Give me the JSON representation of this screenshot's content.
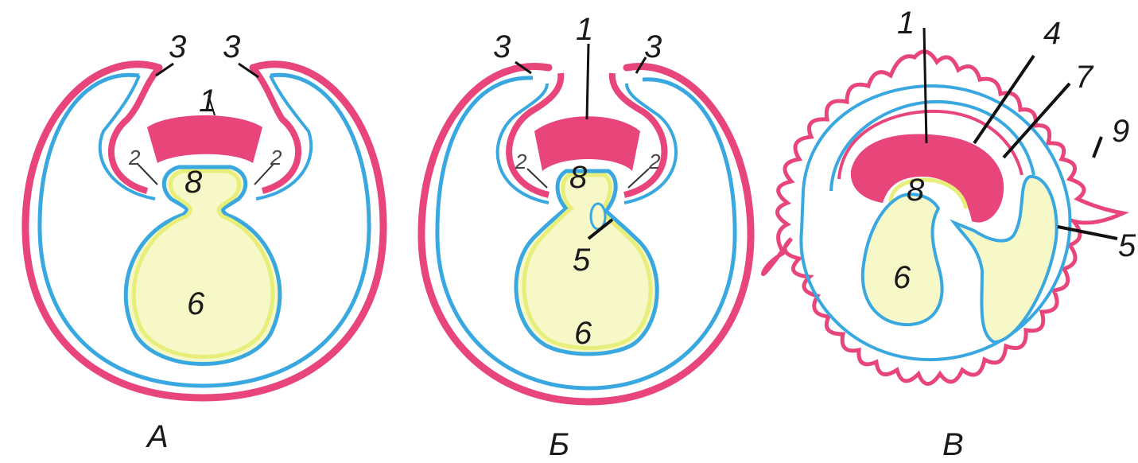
{
  "panels": [
    {
      "label": "А"
    },
    {
      "label": "Б"
    },
    {
      "label": "В"
    }
  ],
  "labels": {
    "n1": "1",
    "n2": "2",
    "n3": "3",
    "n4": "4",
    "n5": "5",
    "n6": "6",
    "n7": "7",
    "n8": "8",
    "n9": "9"
  },
  "colors": {
    "ectoderm_pink": "#e8457a",
    "blue": "#3aa8e0",
    "yellow": "#e8ee7a",
    "line": "#111111",
    "background": "#ffffff"
  }
}
